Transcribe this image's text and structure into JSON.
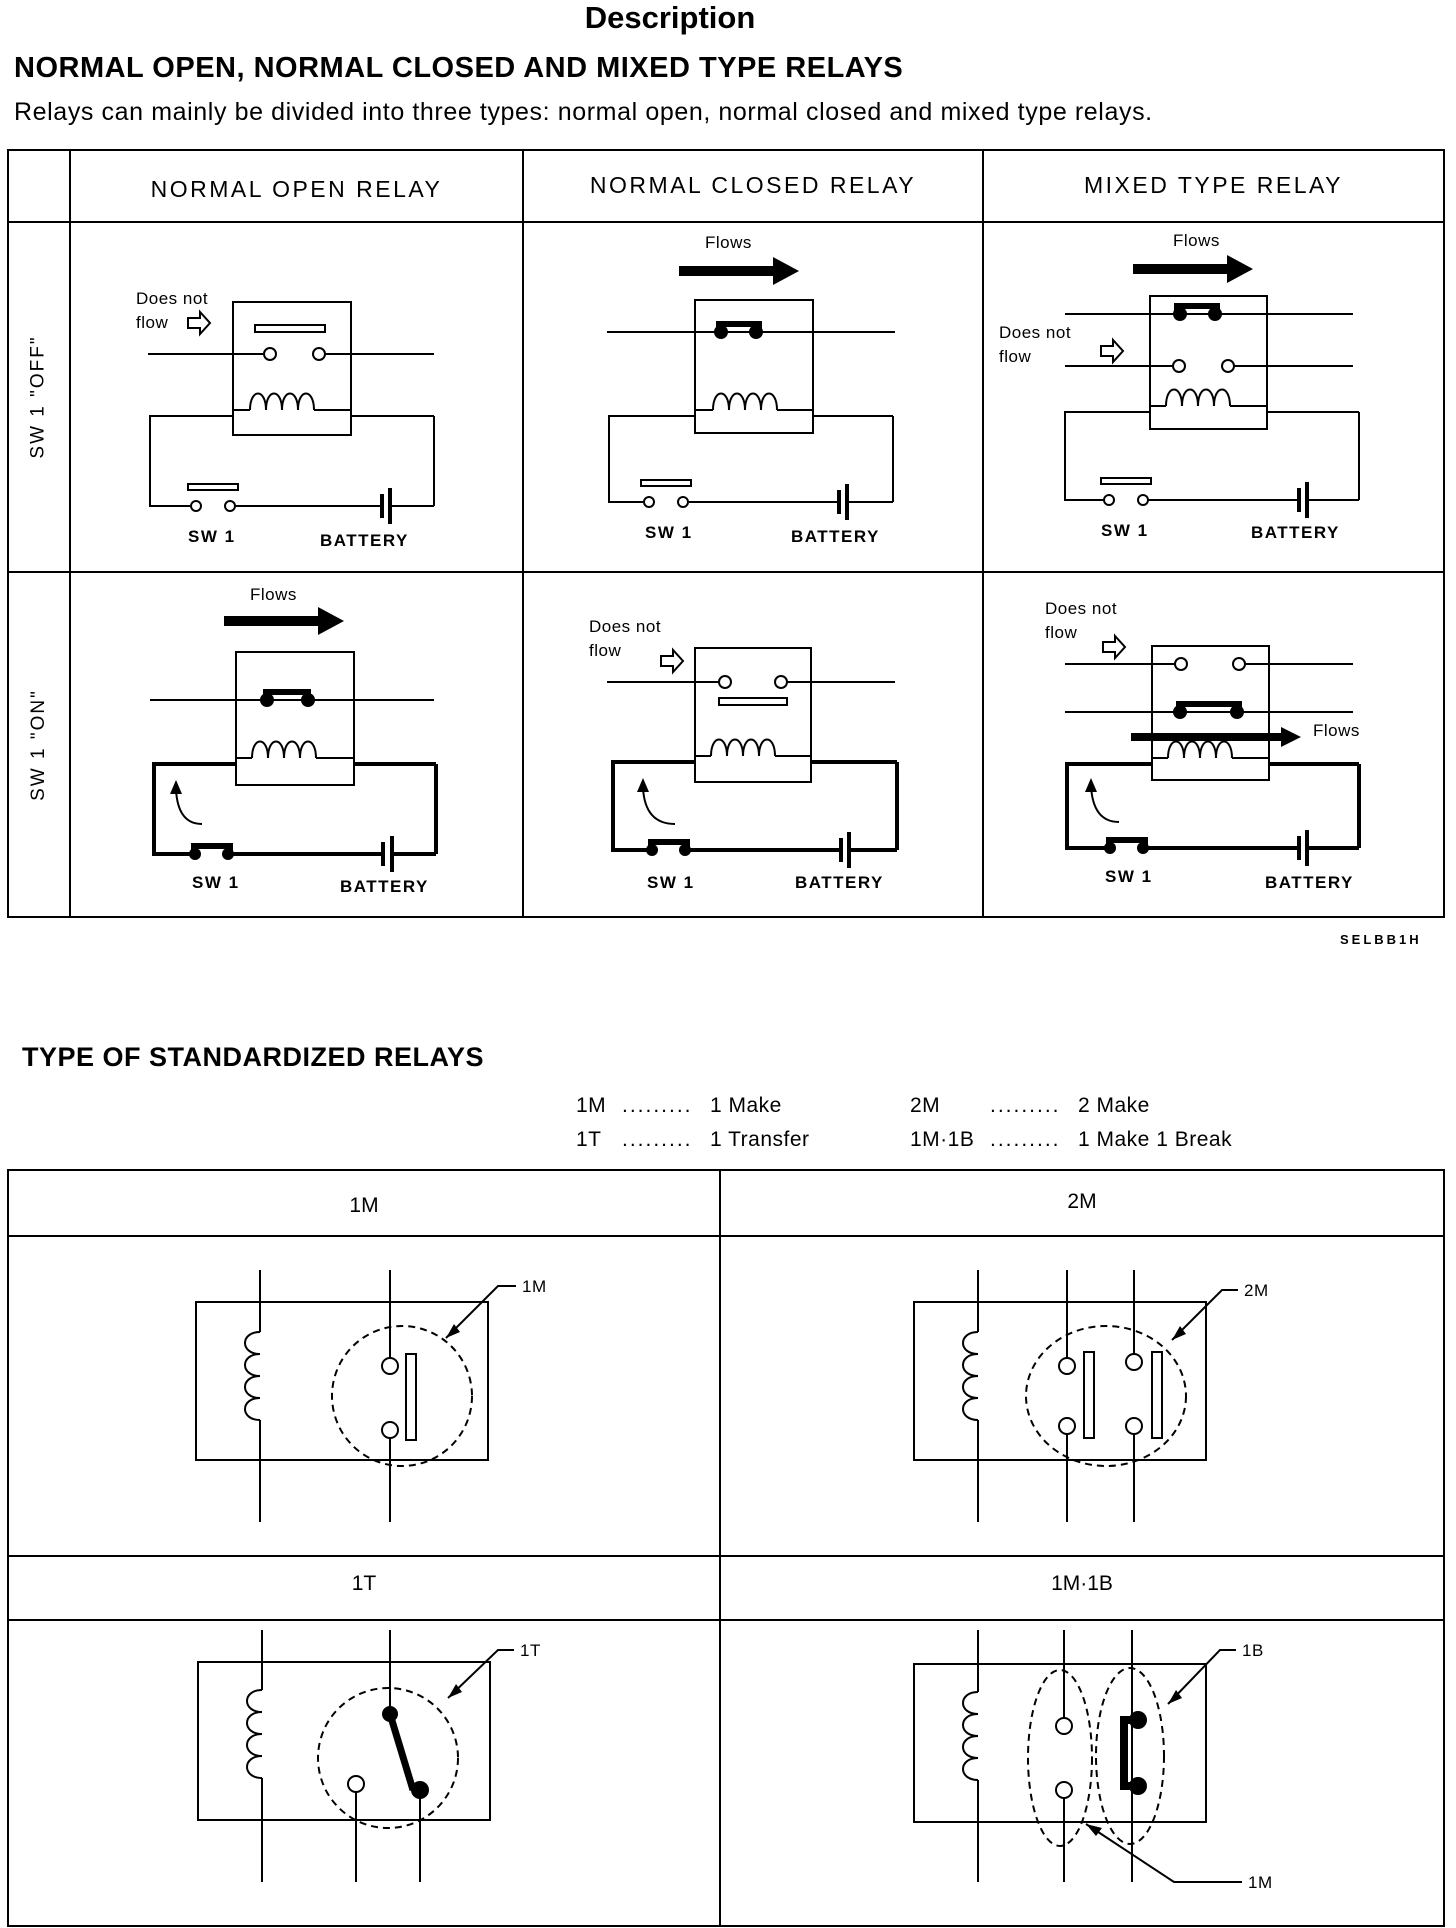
{
  "title": "Description",
  "section1": {
    "heading": "NORMAL OPEN, NORMAL CLOSED AND MIXED TYPE RELAYS",
    "intro": "Relays can mainly be divided into three types: normal open, normal closed and mixed type relays.",
    "columns": [
      "NORMAL OPEN RELAY",
      "NORMAL CLOSED RELAY",
      "MIXED TYPE RELAY"
    ],
    "rows": [
      "SW 1 \"OFF\"",
      "SW 1 \"ON\""
    ],
    "labels": {
      "does_not_line1": "Does not",
      "does_not_line2": "flow",
      "flows": "Flows",
      "sw1": "SW 1",
      "battery": "BATTERY"
    },
    "figure_code": "SELBB1H"
  },
  "section2": {
    "heading": "TYPE OF STANDARDIZED RELAYS",
    "legend": [
      {
        "code": "1M",
        "desc": "1 Make"
      },
      {
        "code": "1T",
        "desc": "1 Transfer"
      },
      {
        "code": "2M",
        "desc": "2 Make"
      },
      {
        "code": "1M·1B",
        "desc": "1 Make 1 Break"
      }
    ],
    "cells": [
      {
        "header": "1M",
        "callouts": [
          "1M"
        ]
      },
      {
        "header": "2M",
        "callouts": [
          "2M"
        ]
      },
      {
        "header": "1T",
        "callouts": [
          "1T"
        ]
      },
      {
        "header": "1M·1B",
        "callouts": [
          "1B",
          "1M"
        ]
      }
    ]
  }
}
